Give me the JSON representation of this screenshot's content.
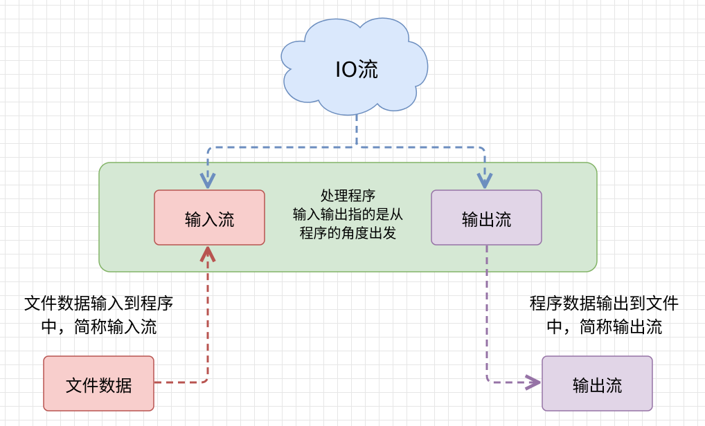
{
  "cloud": {
    "label": "IO流"
  },
  "program": {
    "text_line1": "处理程序",
    "text_line2": "输入输出指的是从",
    "text_line3": "程序的角度出发"
  },
  "input_stream": {
    "label": "输入流"
  },
  "output_stream": {
    "label": "输出流"
  },
  "file_data": {
    "label": "文件数据"
  },
  "output_target": {
    "label": "输出流"
  },
  "left_note": {
    "line1": "文件数据输入到程序",
    "line2": "中，简称输入流"
  },
  "right_note": {
    "line1": "程序数据输出到文件",
    "line2": "中，简称输出流"
  },
  "colors": {
    "blue_edge": "#6c8ebf",
    "red_edge": "#b85450",
    "purple_edge": "#9673a6"
  }
}
